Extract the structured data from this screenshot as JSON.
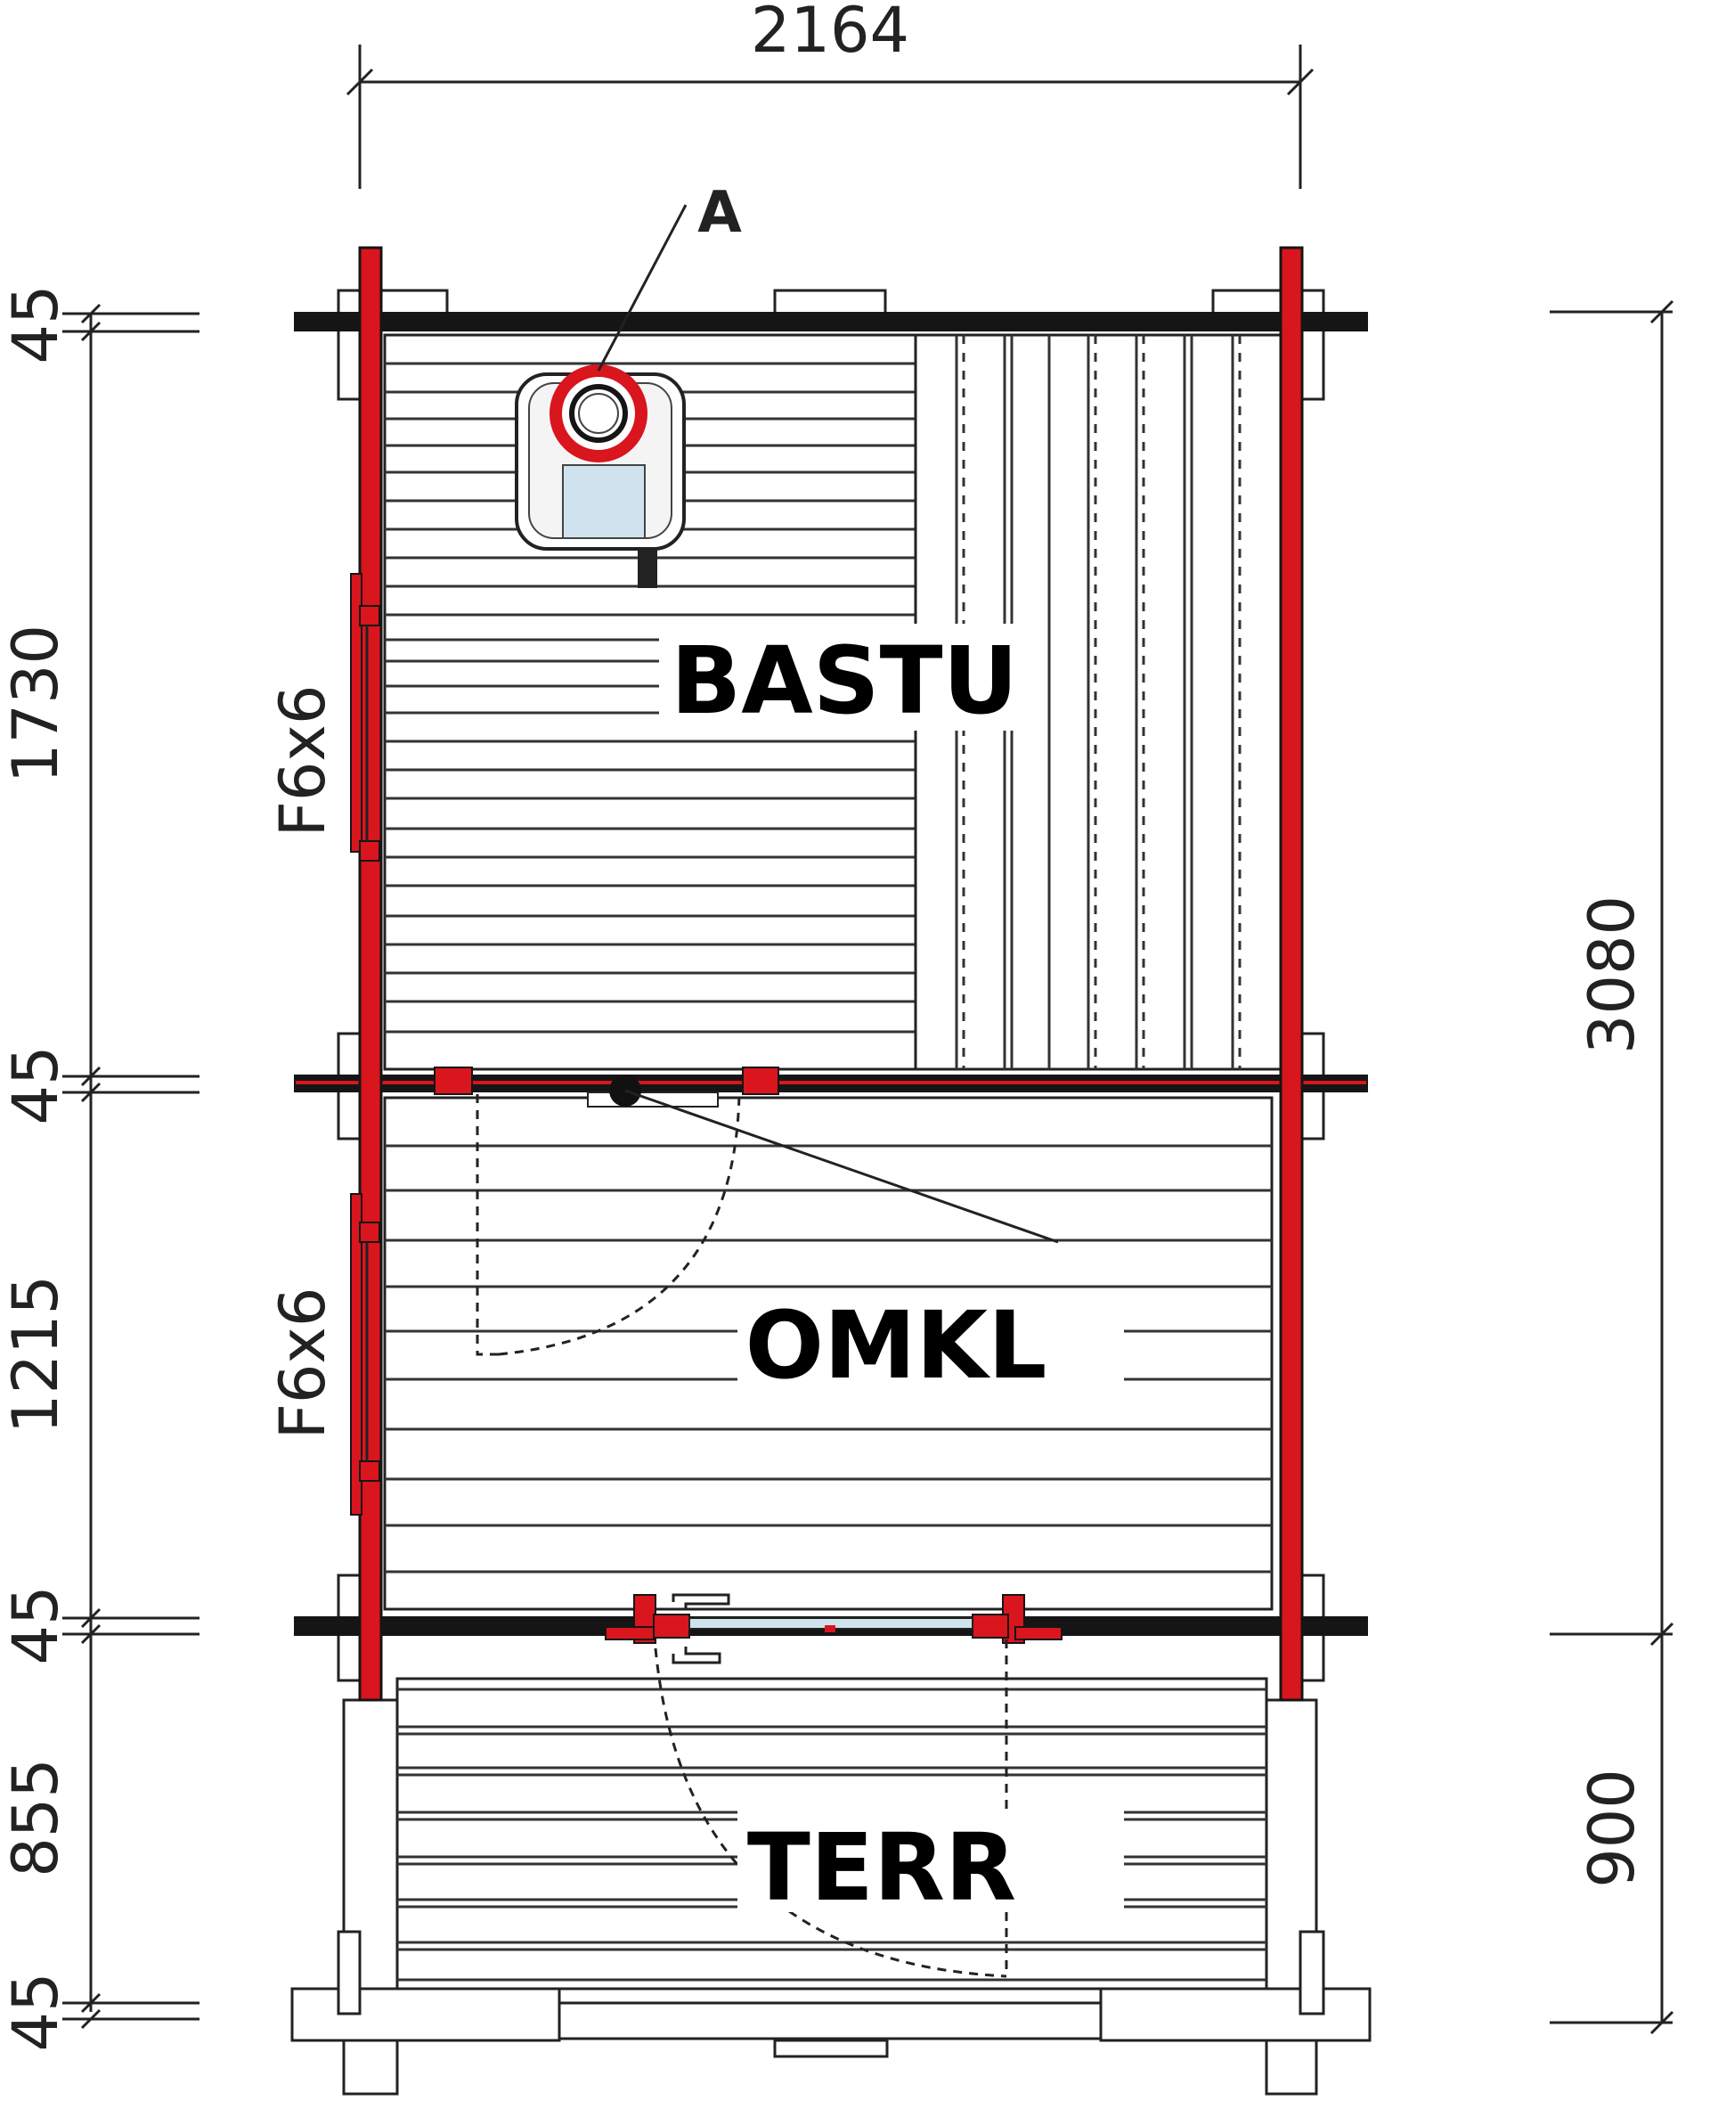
{
  "colors": {
    "wall_dark": "#151515",
    "accent_red": "#d9151e",
    "glass_blue": "#cfe3ee",
    "line": "#222222"
  },
  "dimensions": {
    "top_width": "2164",
    "left": [
      "45",
      "1730",
      "45",
      "1215",
      "45",
      "855",
      "45"
    ],
    "right": [
      "3080",
      "900"
    ]
  },
  "labels": {
    "marker_a": "A",
    "window_1": "F6x6",
    "window_2": "F6x6"
  },
  "rooms": {
    "bastu": "BASTU",
    "omkl": "OMKL",
    "terr": "TERR"
  }
}
